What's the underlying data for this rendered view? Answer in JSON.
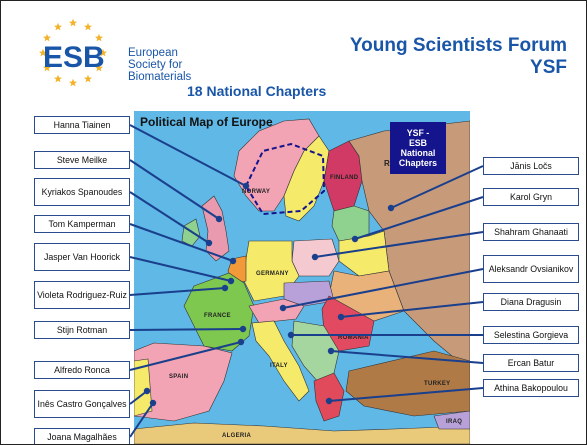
{
  "logo": {
    "acronym": "ESB",
    "line1": "European",
    "line2": "Society for",
    "line3": "Biomaterials",
    "star_color": "#f3b229",
    "text_color": "#1a56a8"
  },
  "title": {
    "line1": "Young Scientists Forum",
    "line2": "YSF",
    "color": "#1a56a8"
  },
  "subtitle": "18 National Chapters",
  "map": {
    "title": "Political Map of Europe",
    "country_labels": {
      "russia": "RUSSIA",
      "norway": "NORWAY",
      "finland": "FINLAND",
      "germany": "GERMANY",
      "france": "FRANCE",
      "italy": "ITALY",
      "spain": "SPAIN",
      "romania": "ROMANIA",
      "turkey": "TURKEY",
      "algeria": "ALGERIA",
      "iraq": "IRAQ"
    },
    "chapters_box": "YSF -\nESB\nNational\nChapters"
  },
  "left_names": [
    "Hanna Tiainen",
    "Steve Meilke",
    "Kyriakos Spanoudes",
    "Tom Kamperman",
    "Jasper Van Hoorick",
    "Violeta Rodriguez-Ruiz",
    "Stijn Rotman",
    "Alfredo Ronca",
    "Inês Castro Gonçalves",
    "Joana Magalhães"
  ],
  "right_names": [
    "Jānis Ločs",
    "Karol Gryn",
    "Shahram Ghanaati",
    "Aleksandr Ovsianikov",
    "Diana Dragusin",
    "Selestina Gorgieva",
    "Ercan Batur",
    "Athina Bakopoulou"
  ],
  "colors": {
    "sea": "#5fb8e6",
    "box_border": "#2a4b8d",
    "arrow": "#1a3f8c",
    "chapters_box": "#14148c"
  }
}
